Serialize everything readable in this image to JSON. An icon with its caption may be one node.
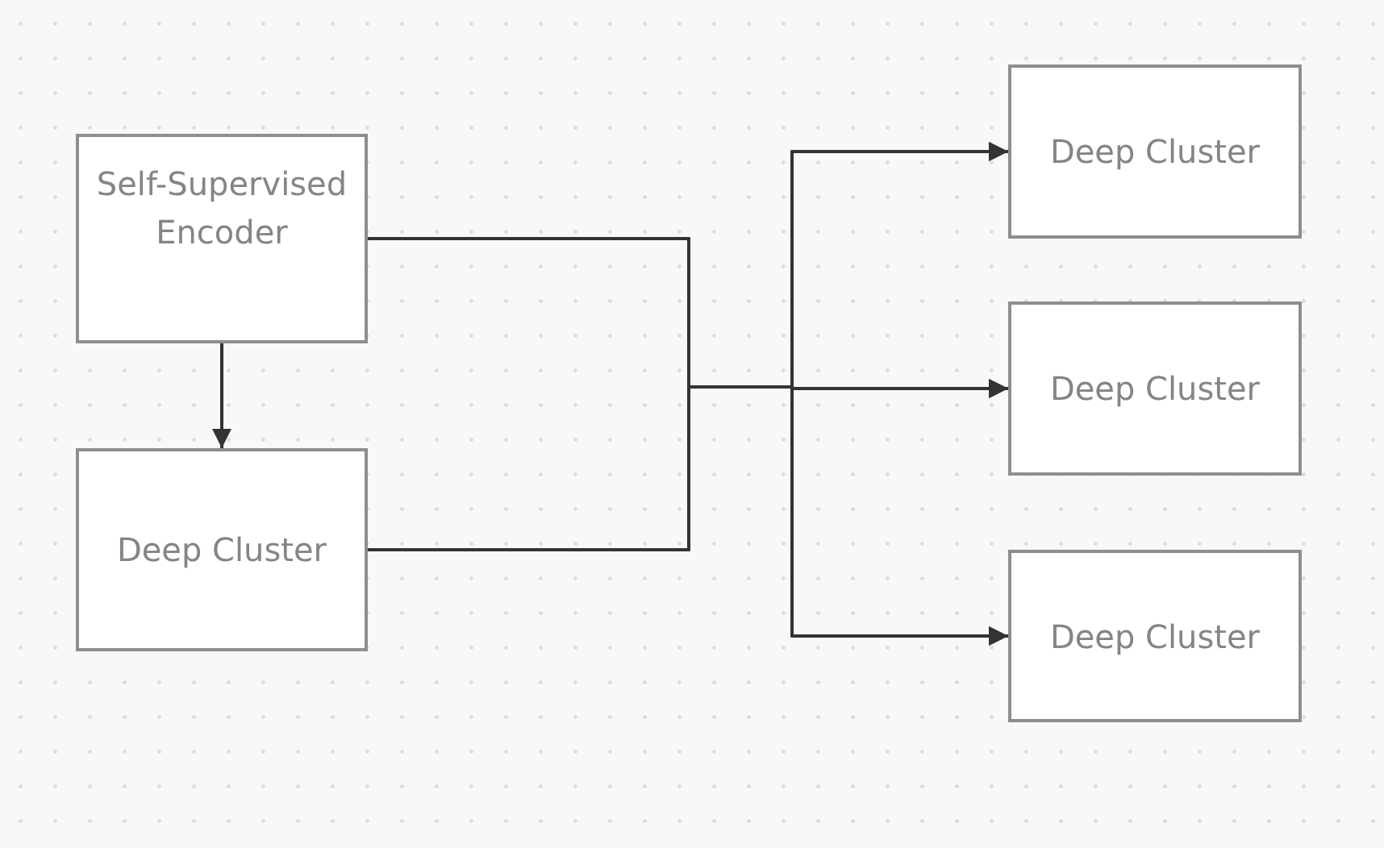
{
  "diagram": {
    "nodes": [
      {
        "text": [
          "Self-Supervised Encoder"
        ]
      },
      {
        "text": [
          "Deep Cluster"
        ]
      },
      {
        "text": [
          "Deep Cluster"
        ]
      },
      {
        "text": [
          "Deep Cluster"
        ]
      },
      {
        "text": [
          "Deep Cluster"
        ]
      }
    ],
    "edges": [
      {
        "from": 0,
        "to": 1,
        "arrow": "to"
      },
      {
        "from": 0,
        "to": 2,
        "arrow": "to"
      },
      {
        "from": 0,
        "to": 3,
        "arrow": "to"
      },
      {
        "from": 0,
        "to": 4,
        "arrow": "to"
      },
      {
        "from": 1,
        "to": 2,
        "arrow": "to"
      },
      {
        "from": 1,
        "to": 3,
        "arrow": "to"
      },
      {
        "from": 1,
        "to": 4,
        "arrow": "to"
      }
    ]
  }
}
